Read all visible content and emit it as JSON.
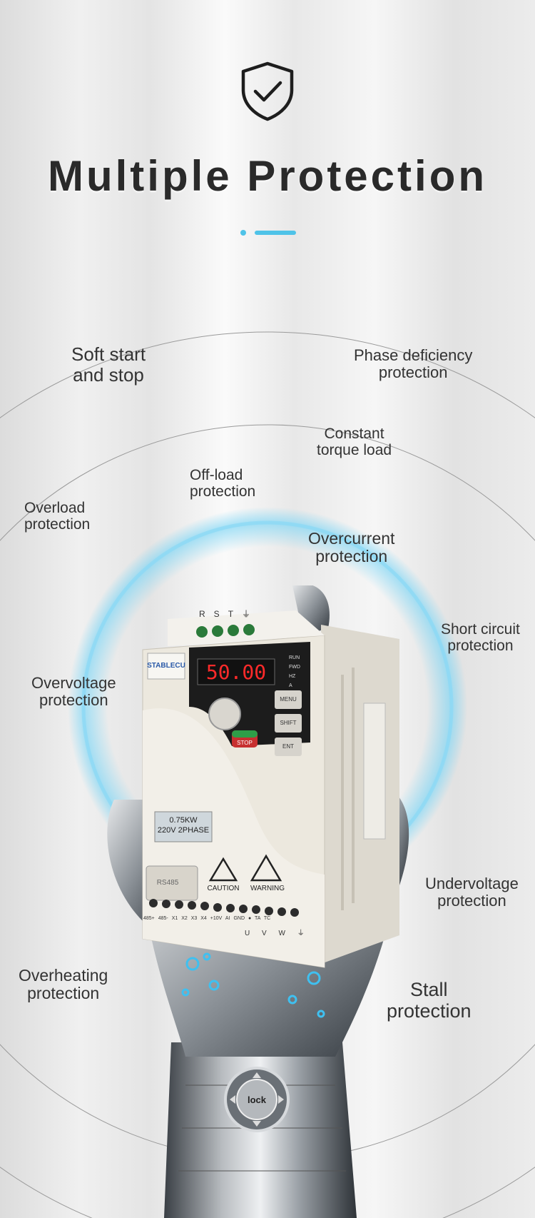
{
  "header": {
    "title": "Multiple Protection",
    "shield_icon": "shield-check-icon",
    "accent_color": "#4fc3e8"
  },
  "labels": {
    "soft_start": [
      "Soft start",
      "and stop"
    ],
    "phase_deficiency": [
      "Phase deficiency",
      "protection"
    ],
    "constant_torque": [
      "Constant",
      "torque load"
    ],
    "off_load": [
      "Off-load",
      "protection"
    ],
    "overload": [
      "Overload",
      "protection"
    ],
    "overcurrent": [
      "Overcurrent",
      "protection"
    ],
    "short_circuit": [
      "Short circuit",
      "protection"
    ],
    "overvoltage": [
      "Overvoltage",
      "protection"
    ],
    "undervoltage": [
      "Undervoltage",
      "protection"
    ],
    "overheating": [
      "Overheating",
      "protection"
    ],
    "stall": [
      "Stall",
      "protection"
    ]
  },
  "device": {
    "brand": "STABLECU",
    "display": "50.00",
    "terminals_top": [
      "R",
      "S",
      "T",
      "⏚"
    ],
    "indicators": [
      "RUN",
      "FWD",
      "HZ",
      "A"
    ],
    "buttons": [
      "MENU",
      "SHIFT",
      "ENT"
    ],
    "stop_label": "STOP",
    "power_rating": [
      "0.75KW",
      "220V 2PHASE"
    ],
    "port_label": "RS485",
    "caution_label": "CAUTION",
    "warning_label": "WARNING",
    "terminals_bottom": [
      "485+",
      "485-",
      "X1",
      "X2",
      "X3",
      "X4",
      "+10V",
      "AI",
      "GND",
      "●",
      "TA",
      "TC"
    ],
    "terminals_motor": [
      "U",
      "V",
      "W",
      "⏚"
    ]
  },
  "hand": {
    "lock_label": "lock"
  }
}
